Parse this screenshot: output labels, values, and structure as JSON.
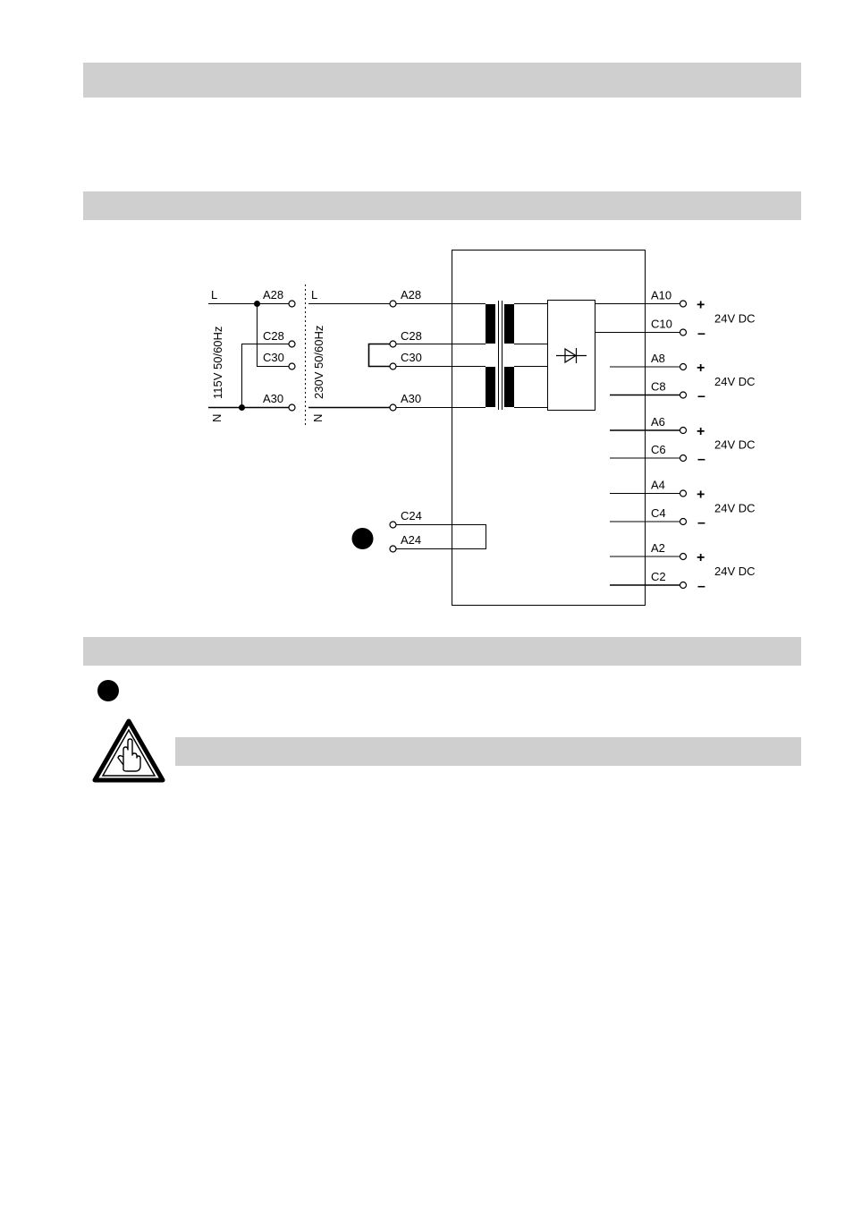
{
  "supply_115": {
    "voltage_label": "115V 50/60Hz",
    "line_label": "L",
    "neutral_label": "N",
    "terminals": [
      "A28",
      "C28",
      "C30",
      "A30"
    ]
  },
  "supply_230": {
    "voltage_label": "230V 50/60Hz",
    "line_label": "L",
    "neutral_label": "N",
    "terminals": [
      "A28",
      "C28",
      "C30",
      "A30"
    ]
  },
  "contact_terminals": [
    "C24",
    "A24"
  ],
  "outputs": [
    {
      "pos": "A10",
      "neg": "C10",
      "label": "24V DC"
    },
    {
      "pos": "A8",
      "neg": "C8",
      "label": "24V DC"
    },
    {
      "pos": "A6",
      "neg": "C6",
      "label": "24V DC"
    },
    {
      "pos": "A4",
      "neg": "C4",
      "label": "24V DC"
    },
    {
      "pos": "A2",
      "neg": "C2",
      "label": "24V DC"
    }
  ],
  "symbols": {
    "plus": "+",
    "minus": "–",
    "rectifier_icon": "diode-icon",
    "warning_icon": "warning-hand-icon",
    "note_marker_icon": "note-dot-icon"
  },
  "colors": {
    "section_bar": "#cfcfcf",
    "ink": "#000000"
  }
}
